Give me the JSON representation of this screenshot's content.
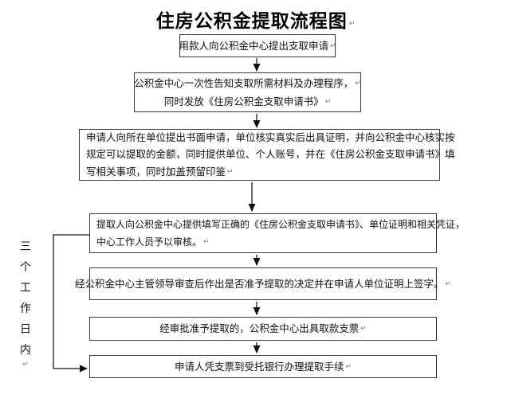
{
  "title": "住房公积金提取流程图",
  "paragraph_mark": "↵",
  "side_label": {
    "text": "三个工作日内"
  },
  "boxes": [
    {
      "name": "apply",
      "lines": [
        "用款人向公积金中心提出支取申请"
      ]
    },
    {
      "name": "notify",
      "lines": [
        "公积金中心一次性告知支取所需材料及办理程序，",
        "同时发放《住房公积金支取申请书》"
      ]
    },
    {
      "name": "employer-verification",
      "lines": [
        "申请人向所在单位提出书面申请，单位核实真实后出具证明，并向公积金中心核实按",
        "规定可以提取的金额，同时提供单位、个人账号，并在《住房公积金支取申请书》填",
        "写相关事项，同时加盖预留印鉴"
      ]
    },
    {
      "name": "center-review",
      "lines": [
        "提取人向公积金中心提供填写正确的《住房公积金支取申请书》、单位证明和相关凭证，",
        "中心工作人员予以审核。"
      ]
    },
    {
      "name": "approval-decision",
      "lines": [
        "经公积金中心主管领导审查后作出是否准予提取的决定并在申请人单位证明上签字。"
      ]
    },
    {
      "name": "issue-check",
      "lines": [
        "经审批准予提取的，公积金中心出具取款支票"
      ]
    },
    {
      "name": "bank-withdrawal",
      "lines": [
        "申请人凭支票到受托银行办理提取手续"
      ]
    }
  ],
  "colors": {
    "line": "#3b3b3b",
    "text": "#111111",
    "background": "#ffffff"
  }
}
